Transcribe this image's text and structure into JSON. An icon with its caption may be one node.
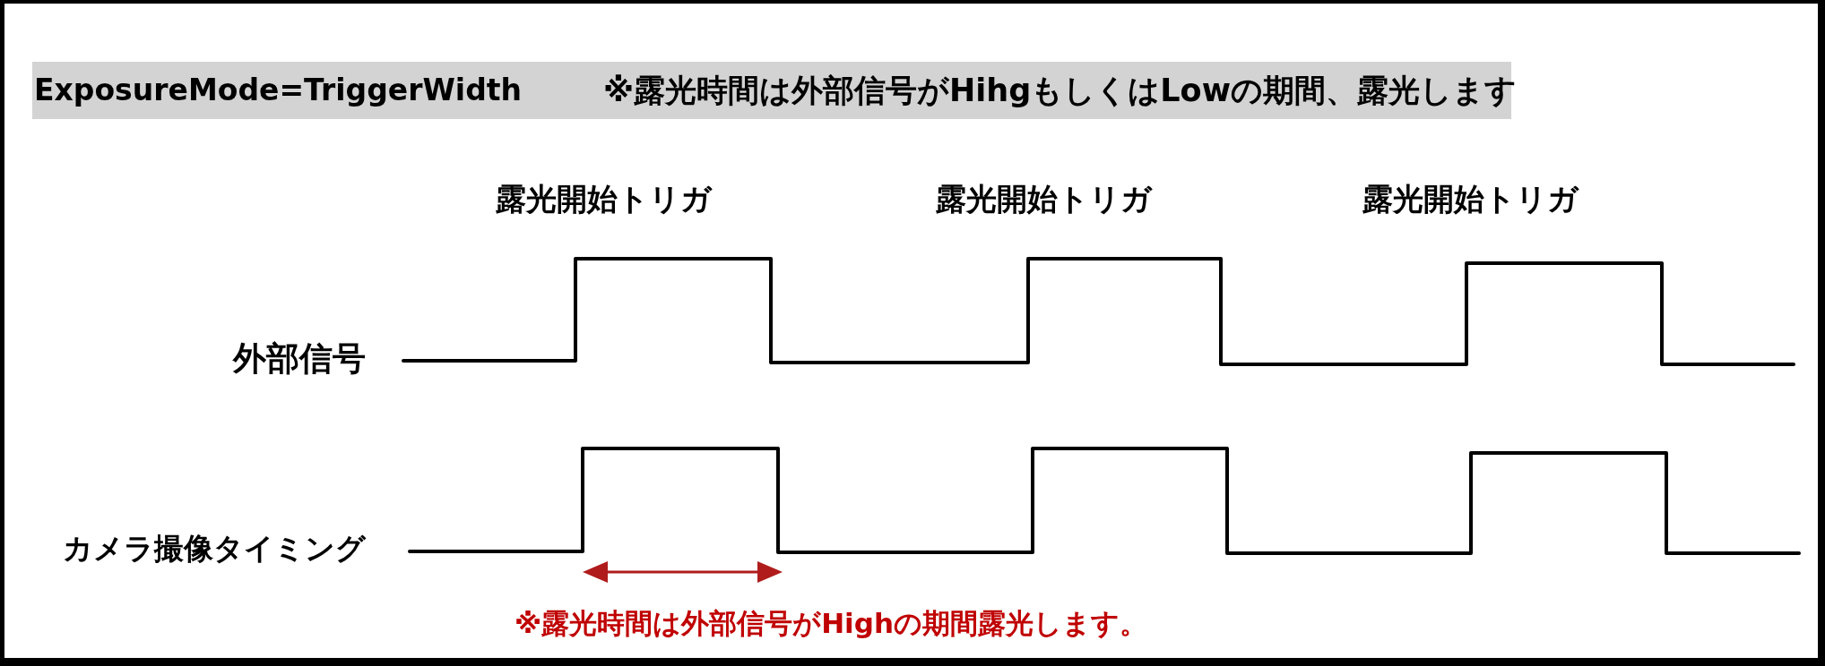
{
  "diagram": {
    "title": "ExposureMode=TriggerWidth",
    "labels": [
      "※露光時間は外部信号がHihgもしくはLowの期間、露光します",
      "露光開始トリガ",
      "露光開始トリガ",
      "露光開始トリガ",
      "外部信号",
      "カメラ撮像タイミング",
      "※露光時間は外部信号がHighの期間露光します。"
    ]
  }
}
